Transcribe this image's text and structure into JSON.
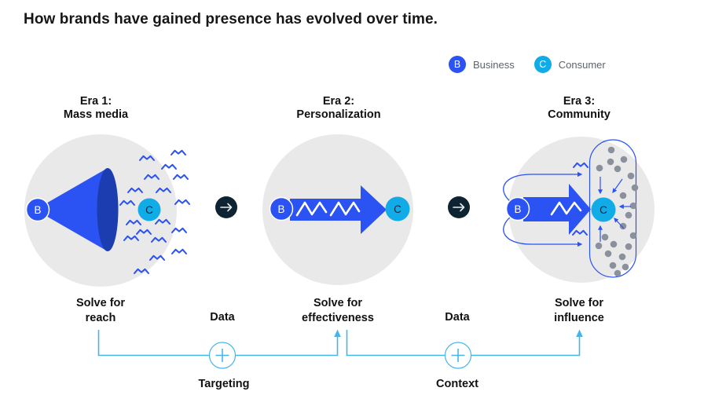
{
  "title": "How brands have gained presence has evolved over time.",
  "legend": {
    "business": {
      "initial": "B",
      "label": "Business"
    },
    "consumer": {
      "initial": "C",
      "label": "Consumer"
    }
  },
  "nodes": {
    "business_initial": "B",
    "consumer_initial": "C"
  },
  "eras": [
    {
      "title_line1": "Era 1:",
      "title_line2": "Mass media",
      "solve_line1": "Solve for",
      "solve_line2": "reach"
    },
    {
      "title_line1": "Era 2:",
      "title_line2": "Personalization",
      "solve_line1": "Solve for",
      "solve_line2": "effectiveness"
    },
    {
      "title_line1": "Era 3:",
      "title_line2": "Community",
      "solve_line1": "Solve for",
      "solve_line2": "influence"
    }
  ],
  "transitions": [
    {
      "label": "Data",
      "plus_label": "Targeting"
    },
    {
      "label": "Data",
      "plus_label": "Context"
    }
  ],
  "colors": {
    "business_blue": "#2B52F3",
    "megaphone_dark_blue": "#1C3DB0",
    "consumer_cyan": "#11ACE8",
    "era_circle_gray": "#E9E9EA",
    "community_dot_gray": "#8B919C",
    "connector_navy": "#0F2433",
    "bracket_cyan": "#45B6E8",
    "node_letter_dark": "#0A2540"
  }
}
